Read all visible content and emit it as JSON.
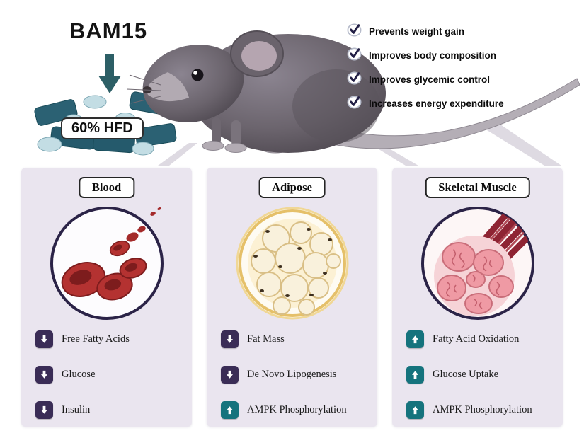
{
  "figure": {
    "type": "graphical-abstract",
    "subject": "BAM15 effects in mouse on 60% high-fat diet"
  },
  "top": {
    "drug_label": "BAM15",
    "diet_label": "60% HFD",
    "benefits": [
      {
        "label": "Prevents weight gain"
      },
      {
        "label": "Improves body composition"
      },
      {
        "label": "Improves glycemic control"
      },
      {
        "label": "Increases energy expenditure"
      }
    ]
  },
  "panels": [
    {
      "title": "Blood",
      "illustration": "red-blood-cells",
      "items": [
        {
          "direction": "down",
          "label": "Free Fatty Acids"
        },
        {
          "direction": "down",
          "label": "Glucose"
        },
        {
          "direction": "down",
          "label": "Insulin"
        }
      ]
    },
    {
      "title": "Adipose",
      "illustration": "adipocytes",
      "items": [
        {
          "direction": "down",
          "label": "Fat Mass"
        },
        {
          "direction": "down",
          "label": "De Novo Lipogenesis"
        },
        {
          "direction": "up",
          "label": "AMPK Phosphorylation"
        }
      ]
    },
    {
      "title": "Skeletal Muscle",
      "illustration": "muscle-cross-section",
      "items": [
        {
          "direction": "up",
          "label": "Fatty Acid Oxidation"
        },
        {
          "direction": "up",
          "label": "Glucose Uptake"
        },
        {
          "direction": "up",
          "label": "AMPK Phosphorylation"
        }
      ]
    }
  ],
  "colors": {
    "panel_bg": "#eae5ef",
    "down_icon": "#3a2c56",
    "up_icon": "#15737d",
    "checkmark": "#232046",
    "pill_teal": "#2b6173",
    "tablet_blue": "#c3dde4",
    "rbc_red": "#b43231",
    "adipose_gold": "#e2b95a",
    "muscle_pink": "#ef9aa4",
    "muscle_dark_red": "#8e2433"
  }
}
